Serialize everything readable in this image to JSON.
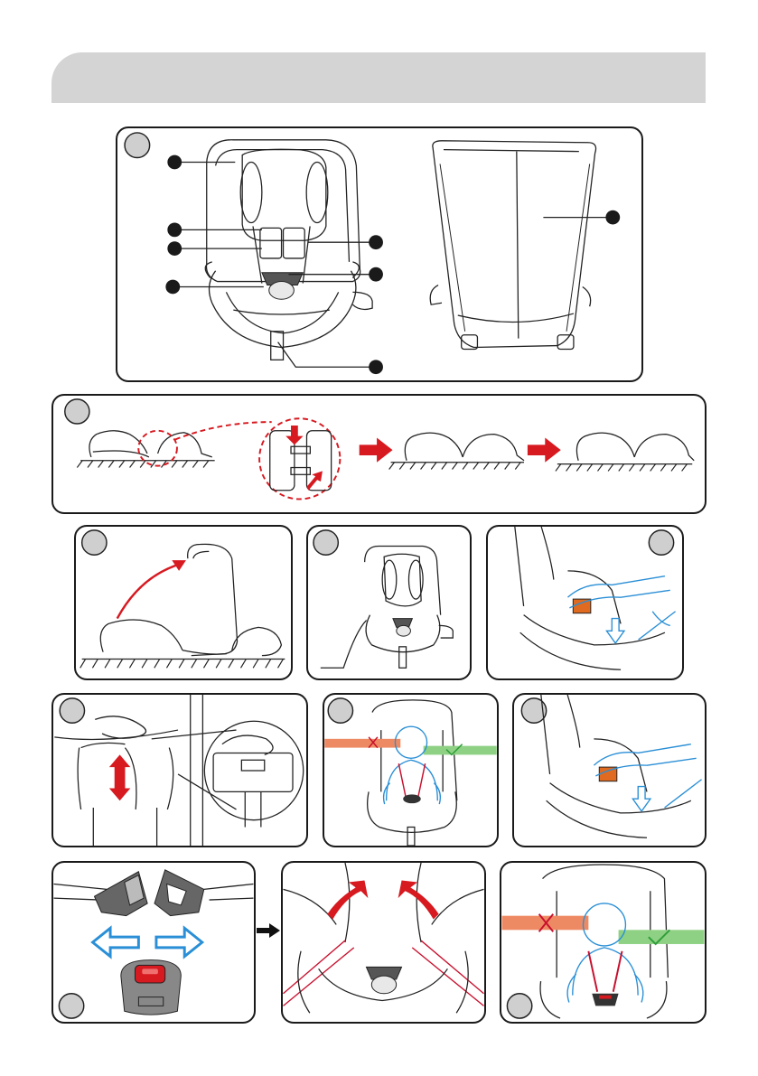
{
  "page": {
    "title": "",
    "colors": {
      "header_band": "#d4d4d4",
      "badge": "#cfcfcf",
      "red_arrow": "#d71920",
      "bad_bar": "#ee8a63",
      "good_bar": "#8fd184",
      "child_outline": "#2a8fd6",
      "push_arrow": "#2a8fd6",
      "clip_accent": "#e06a1f"
    }
  },
  "panels": [
    {
      "id": "overview",
      "icons": [
        "car-seat-front",
        "car-seat-back"
      ],
      "callouts": 8
    },
    {
      "id": "base-separation",
      "icons": [
        "seat-base",
        "dashed-zoom-circle",
        "red-arrow-right"
      ]
    },
    {
      "id": "backrest-mount",
      "icons": [
        "curved-red-arrow"
      ]
    },
    {
      "id": "seat-front-view",
      "icons": [
        "car-seat-front"
      ]
    },
    {
      "id": "harness-clip",
      "icons": [
        "hand",
        "push-down-arrow"
      ]
    },
    {
      "id": "headrest-adjust",
      "icons": [
        "hand",
        "red-up-down-arrow",
        "zoom-circle"
      ]
    },
    {
      "id": "shoulder-height-check",
      "icons": [
        "cross-mark",
        "check-mark"
      ]
    },
    {
      "id": "harness-clip-2",
      "icons": [
        "hand",
        "push-down-arrow"
      ]
    },
    {
      "id": "buckle-release",
      "icons": [
        "buckle-tongues",
        "blue-double-arrow",
        "red-release-button"
      ]
    },
    {
      "id": "straps-open",
      "icons": [
        "red-curved-arrows"
      ]
    },
    {
      "id": "child-fit-check",
      "icons": [
        "cross-mark",
        "check-mark"
      ]
    }
  ]
}
